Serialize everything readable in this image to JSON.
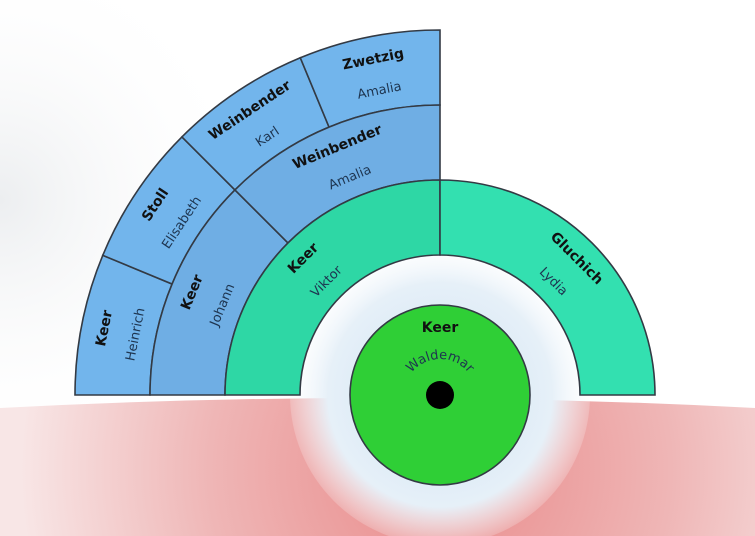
{
  "colors": {
    "root": "#2fcf36",
    "generation1": "#33e0b0",
    "paternal_parent": "#2ed7a5",
    "generation2": "#6faee4",
    "generation3": "#72b5ec",
    "bottom_band": "#e88888",
    "halo": "#cfe3f3",
    "center_dot": "#000000",
    "outline": "#333a44"
  },
  "root": {
    "surname": "Keer",
    "given": "Waldemar"
  },
  "generation1": [
    {
      "surname": "Keer",
      "given": "Viktor"
    },
    {
      "surname": "Gluchich",
      "given": "Lydia"
    }
  ],
  "generation2": [
    {
      "surname": "Keer",
      "given": "Johann"
    },
    {
      "surname": "Weinbender",
      "given": "Amalia"
    }
  ],
  "generation3": [
    {
      "surname": "Keer",
      "given": "Heinrich"
    },
    {
      "surname": "Stoll",
      "given": "Elisabeth"
    },
    {
      "surname": "Weinbender",
      "given": "Karl"
    },
    {
      "surname": "Zwetzig",
      "given": "Amalia"
    }
  ]
}
